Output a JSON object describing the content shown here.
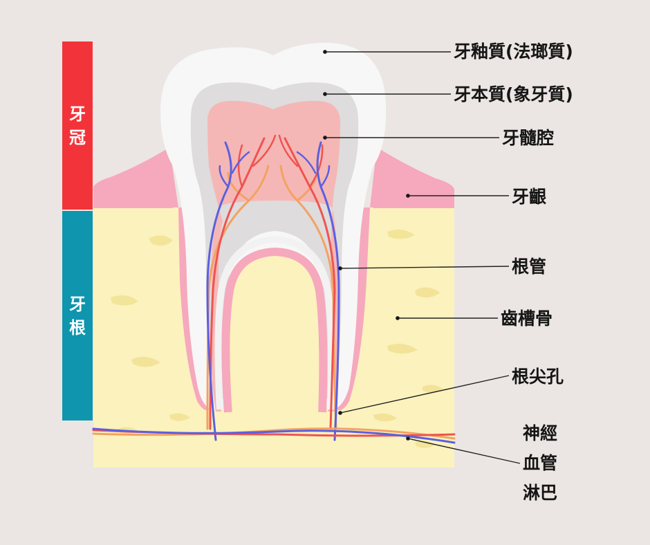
{
  "side_labels": {
    "crown": [
      "牙",
      "冠"
    ],
    "root": [
      "牙",
      "根"
    ]
  },
  "callouts": {
    "enamel": "牙釉質(法瑯質)",
    "dentin": "牙本質(象牙質)",
    "pulp_chamber": "牙髓腔",
    "gum": "牙齦",
    "root_canal": "根管",
    "alveolar_bone": "齒槽骨",
    "apical_foramen": "根尖孔",
    "nerve_vessels": [
      "神經",
      "血管",
      "淋巴"
    ]
  },
  "colors": {
    "background": "#ebe6e3",
    "crown_bar": "#f2343a",
    "root_bar": "#0f95ad",
    "bone": "#fbf2bd",
    "gum": "#f6a8bd",
    "enamel": "#f7f7f7",
    "dentin": "#dedcdc",
    "pulp": "#f5b7b5",
    "artery": "#ef5350",
    "vein": "#5b5fe0",
    "lymph": "#f2a263"
  }
}
